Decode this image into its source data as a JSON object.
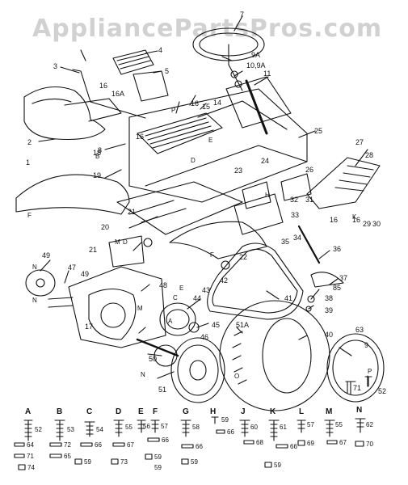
{
  "watermark": "AppliancePartsPros.com",
  "parts": [
    {
      "id": "p1",
      "text": "1"
    },
    {
      "id": "p2",
      "text": "2"
    },
    {
      "id": "p3",
      "text": "3"
    },
    {
      "id": "p4",
      "text": "4"
    },
    {
      "id": "p5",
      "text": "5"
    },
    {
      "id": "p7",
      "text": "7"
    },
    {
      "id": "p8",
      "text": "8"
    },
    {
      "id": "p9a",
      "text": "9A"
    },
    {
      "id": "p109a",
      "text": "10,9A"
    },
    {
      "id": "p11",
      "text": "11"
    },
    {
      "id": "p14",
      "text": "14"
    },
    {
      "id": "p15",
      "text": "15"
    },
    {
      "id": "p16a",
      "text": "16"
    },
    {
      "id": "p16A",
      "text": "16A"
    },
    {
      "id": "p16b",
      "text": "16"
    },
    {
      "id": "p16c",
      "text": "16"
    },
    {
      "id": "p16d",
      "text": "16"
    },
    {
      "id": "p16e",
      "text": "16"
    },
    {
      "id": "p17",
      "text": "17"
    },
    {
      "id": "p18",
      "text": "18"
    },
    {
      "id": "p19",
      "text": "19"
    },
    {
      "id": "p20",
      "text": "20"
    },
    {
      "id": "p21a",
      "text": "21"
    },
    {
      "id": "p21b",
      "text": "21"
    },
    {
      "id": "p22",
      "text": "22"
    },
    {
      "id": "p23",
      "text": "23"
    },
    {
      "id": "p24",
      "text": "24"
    },
    {
      "id": "p25",
      "text": "25"
    },
    {
      "id": "p26",
      "text": "26"
    },
    {
      "id": "p27",
      "text": "27"
    },
    {
      "id": "p28",
      "text": "28"
    },
    {
      "id": "p29",
      "text": "29"
    },
    {
      "id": "p30",
      "text": "30"
    },
    {
      "id": "p31",
      "text": "31"
    },
    {
      "id": "p32",
      "text": "32"
    },
    {
      "id": "p33",
      "text": "33"
    },
    {
      "id": "p34",
      "text": "34"
    },
    {
      "id": "p35",
      "text": "35"
    },
    {
      "id": "p36",
      "text": "36"
    },
    {
      "id": "p37",
      "text": "37"
    },
    {
      "id": "p38",
      "text": "38"
    },
    {
      "id": "p39",
      "text": "39"
    },
    {
      "id": "p40",
      "text": "40"
    },
    {
      "id": "p41",
      "text": "41"
    },
    {
      "id": "p42",
      "text": "42"
    },
    {
      "id": "p43",
      "text": "43"
    },
    {
      "id": "p44",
      "text": "44"
    },
    {
      "id": "p45",
      "text": "45"
    },
    {
      "id": "p46",
      "text": "46"
    },
    {
      "id": "p47",
      "text": "47"
    },
    {
      "id": "p48",
      "text": "48"
    },
    {
      "id": "p49a",
      "text": "49"
    },
    {
      "id": "p49b",
      "text": "49"
    },
    {
      "id": "p50",
      "text": "50"
    },
    {
      "id": "p51",
      "text": "51"
    },
    {
      "id": "p51a",
      "text": "51A"
    },
    {
      "id": "p9",
      "text": "9"
    },
    {
      "id": "p85",
      "text": "85"
    },
    {
      "id": "p63",
      "text": "63"
    },
    {
      "id": "p71top",
      "text": "71"
    },
    {
      "id": "p52top",
      "text": "52"
    }
  ],
  "letters": [
    {
      "id": "lF",
      "text": "F"
    },
    {
      "id": "lP",
      "text": "P"
    },
    {
      "id": "lB",
      "text": "B"
    },
    {
      "id": "lD",
      "text": "D"
    },
    {
      "id": "lM",
      "text": "M"
    },
    {
      "id": "lDb",
      "text": "D"
    },
    {
      "id": "lN1",
      "text": "N"
    },
    {
      "id": "lN2",
      "text": "N"
    },
    {
      "id": "lN3",
      "text": "N"
    },
    {
      "id": "lH",
      "text": "H"
    },
    {
      "id": "lK",
      "text": "K"
    },
    {
      "id": "lE",
      "text": "E"
    },
    {
      "id": "lEb",
      "text": "E"
    },
    {
      "id": "lC",
      "text": "C"
    },
    {
      "id": "lF2",
      "text": "F"
    },
    {
      "id": "lA",
      "text": "A"
    },
    {
      "id": "lM2",
      "text": "M"
    },
    {
      "id": "lO",
      "text": "O"
    },
    {
      "id": "lP2",
      "text": "P"
    }
  ],
  "hardware_keys": [
    {
      "letter": "A",
      "num": "52"
    },
    {
      "letter": "B",
      "num": "53"
    },
    {
      "letter": "C",
      "num": "54"
    },
    {
      "letter": "D",
      "num": "55"
    },
    {
      "letter": "E",
      "num": "56"
    },
    {
      "letter": "F",
      "num": "57"
    },
    {
      "letter": "G",
      "num": "58"
    },
    {
      "letter": "H",
      "num": "59"
    },
    {
      "letter": "J",
      "num": "60"
    },
    {
      "letter": "K",
      "num": "61"
    },
    {
      "letter": "L",
      "num": "57"
    },
    {
      "letter": "M",
      "num": "55"
    },
    {
      "letter": "N",
      "num": "62"
    }
  ],
  "washers": [
    {
      "num": "64"
    },
    {
      "num": "72"
    },
    {
      "num": "66"
    },
    {
      "num": "67"
    },
    {
      "num": "66"
    },
    {
      "num": "66"
    },
    {
      "num": "66"
    },
    {
      "num": "68"
    },
    {
      "num": "66"
    },
    {
      "num": "69"
    },
    {
      "num": "67"
    },
    {
      "num": "70"
    },
    {
      "num": "71"
    },
    {
      "num": "65"
    },
    {
      "num": "59"
    },
    {
      "num": "73"
    },
    {
      "num": "59"
    },
    {
      "num": "59"
    },
    {
      "num": "59"
    },
    {
      "num": "74"
    },
    {
      "num": "59"
    }
  ]
}
